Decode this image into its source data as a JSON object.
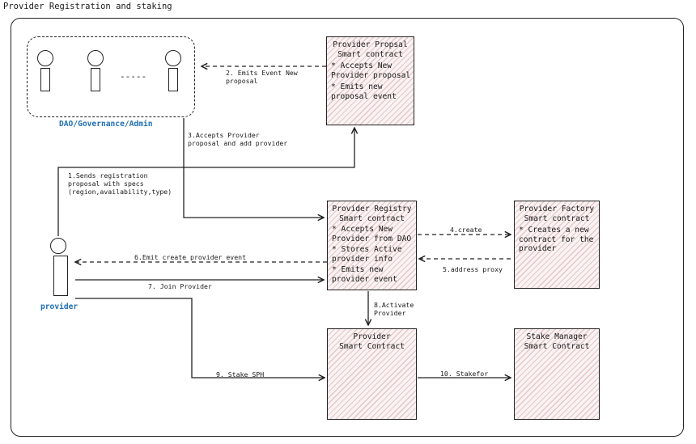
{
  "title": "Provider Registration and staking",
  "actors": {
    "dao_label": "DAO/Governance/Admin",
    "provider_label": "provider"
  },
  "boxes": {
    "proposal": {
      "title": "Provider Propsal\nSmart contract",
      "items": [
        "* Accepts New\nProvider proposal",
        "* Emits new\nproposal event"
      ]
    },
    "registry": {
      "title": "Provider Registry\nSmart contract",
      "items": [
        "* Accepts New\nProvider from DAO",
        "* Stores Active\nprovider info",
        "* Emits new\nprovider event"
      ]
    },
    "factory": {
      "title": "Provider Factory\nSmart contract",
      "items": [
        "* Creates a new\ncontract for the\nprovider"
      ]
    },
    "provider_contract": {
      "title": "Provider\nSmart Contract"
    },
    "stake_manager": {
      "title": "Stake Manager\nSmart Contract"
    }
  },
  "arrows": {
    "a1": "1.Sends registration\nproposal with specs\n(region,availability,type)",
    "a2": "2. Emits Event New\nproposal",
    "a3": "3.Accepts Provider\nproposal and add provider",
    "a4": "4.create",
    "a5": "5.address proxy",
    "a6": "6.Emit create provider event",
    "a7": "7. Join Provider",
    "a8": "8.Activate\nProvider",
    "a9": "9. Stake SPH",
    "a10": "10. Stakefor"
  },
  "dao_ellipsis": "-----"
}
